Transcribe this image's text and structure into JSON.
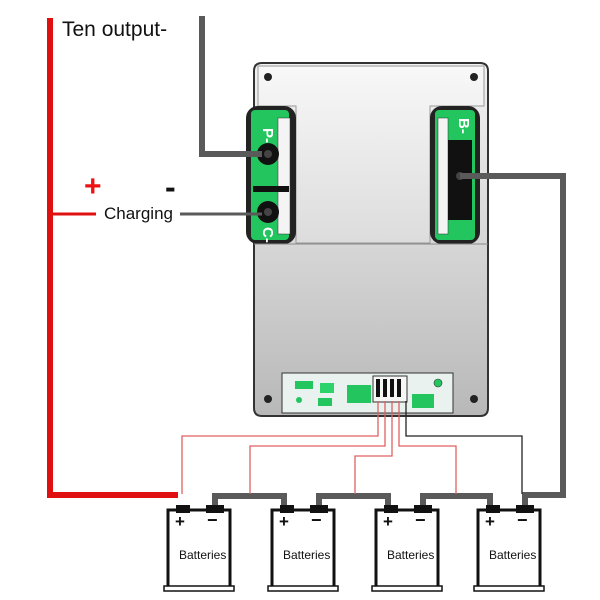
{
  "labels": {
    "ten_output": "Ten output-",
    "charging": "Charging",
    "plus": "+",
    "minus": "-"
  },
  "board": {
    "pins": {
      "p_minus": "P-",
      "c_minus": "C-",
      "b_minus": "B-"
    }
  },
  "batteries": [
    {
      "label": "Batteries",
      "plus": "+",
      "minus": "−"
    },
    {
      "label": "Batteries",
      "plus": "+",
      "minus": "−"
    },
    {
      "label": "Batteries",
      "plus": "+",
      "minus": "−"
    },
    {
      "label": "Batteries",
      "plus": "+",
      "minus": "−"
    }
  ],
  "colors": {
    "positive_wire": "#e01010",
    "negative_wire": "#5a5a5a",
    "balance_red": "#e06060",
    "balance_black": "#222222",
    "pcb_green": "#22c55e"
  }
}
